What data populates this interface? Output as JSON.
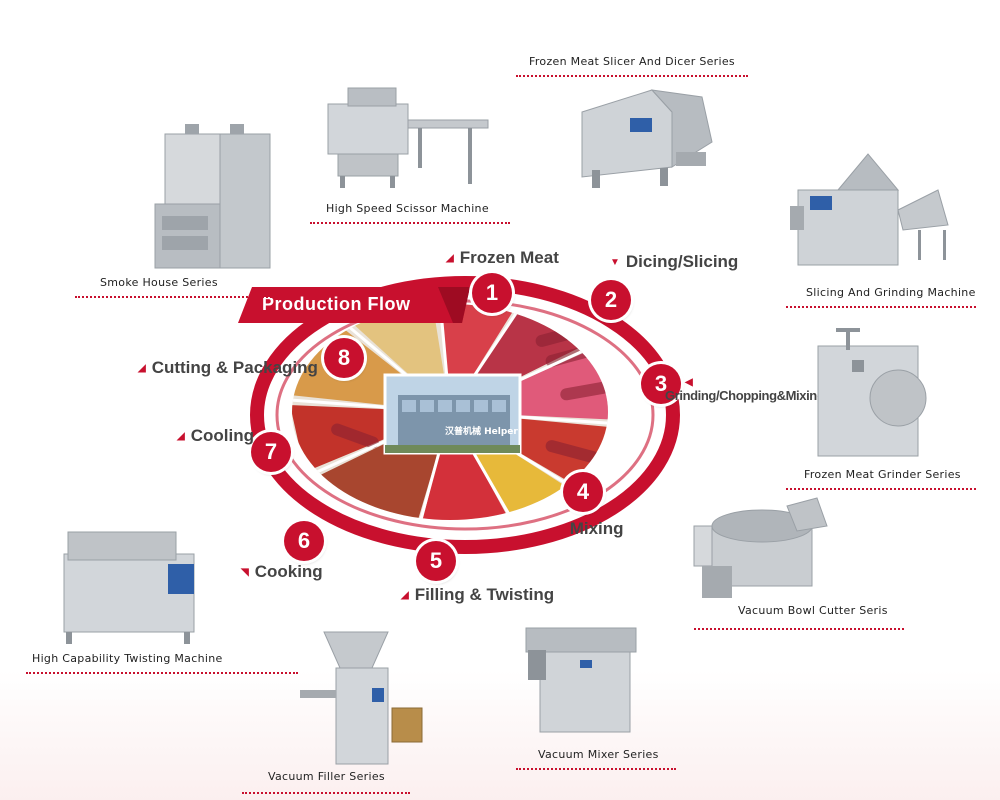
{
  "banner": {
    "title": "Production Flow"
  },
  "steps": [
    {
      "number": "1",
      "label": "Frozen Meat"
    },
    {
      "number": "2",
      "label": "Dicing/Slicing"
    },
    {
      "number": "3",
      "label": "Grinding/Chopping&Mixing"
    },
    {
      "number": "4",
      "label": "Mixing"
    },
    {
      "number": "5",
      "label": "Filling & Twisting"
    },
    {
      "number": "6",
      "label": "Cooking"
    },
    {
      "number": "7",
      "label": "Cooling"
    },
    {
      "number": "8",
      "label": "Cutting & Packaging"
    }
  ],
  "center": {
    "brand_text": "汉普机械 Helper"
  },
  "machines": [
    {
      "label": "Frozen Meat Slicer And Dicer Series"
    },
    {
      "label": "High  Speed  Scissor  Machine"
    },
    {
      "label": "Smoke House Series"
    },
    {
      "label": "Slicing And Grinding Machine"
    },
    {
      "label": "Frozen Meat Grinder Series"
    },
    {
      "label": "Vacuum Bowl Cutter Seris"
    },
    {
      "label": "Vacuum Mixer Series"
    },
    {
      "label": "Vacuum Filler Series"
    },
    {
      "label": "High Capability Twisting Machine"
    }
  ],
  "colors": {
    "accent": "#c8102e",
    "steel": "#c9cdd1",
    "label_gray": "#444444"
  }
}
